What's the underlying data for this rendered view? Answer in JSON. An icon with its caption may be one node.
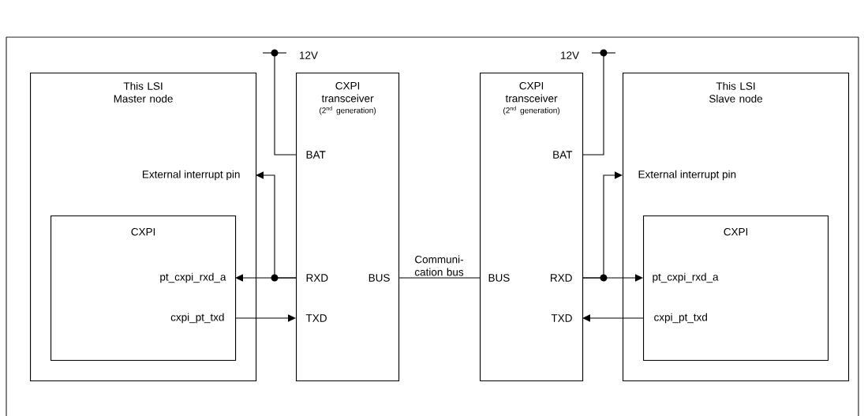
{
  "diagram": {
    "nodes": [
      {
        "text": [
          "This LSI Master node"
        ]
      },
      {
        "text": [
          "External interrupt pin"
        ],
        "in": 0
      },
      {
        "text": [
          "CXPI"
        ],
        "in": 0
      },
      {
        "text": [
          "pt_cxpi_rxd_a"
        ],
        "in": 2
      },
      {
        "text": [
          "cxpi_pt_txd"
        ],
        "in": 2
      },
      {
        "text": [],
        "shape": "circle",
        "beside": [
          "12V"
        ]
      },
      {
        "text": [
          "CXPI transceiver",
          "(2$^{nd}$ generation)"
        ]
      },
      {
        "text": [
          "BAT"
        ],
        "in": 6
      },
      {
        "text": [
          "RXD"
        ],
        "in": 6
      },
      {
        "text": [
          "TXD"
        ],
        "in": 6
      },
      {
        "text": [
          "BUS"
        ],
        "in": 6
      },
      {
        "text": [
          "CXPI transceiver",
          "(2$^{nd}$ generation)"
        ]
      },
      {
        "text": [
          "BUS"
        ],
        "in": 11
      },
      {
        "text": [
          "BAT"
        ],
        "in": 11
      },
      {
        "text": [
          "RXD"
        ],
        "in": 11
      },
      {
        "text": [
          "TXD"
        ],
        "in": 11
      },
      {
        "text": [],
        "shape": "circle",
        "beside": [
          "12V"
        ]
      },
      {
        "text": [
          "This LSI Slave node"
        ]
      },
      {
        "text": [
          "External interrupt pin"
        ],
        "in": 17
      },
      {
        "text": [
          "CXPI"
        ],
        "in": 17
      },
      {
        "text": [
          "pt_cxpi_rxd_a"
        ],
        "in": 19
      },
      {
        "text": [
          "cxpi_pt_txd"
        ],
        "in": 19
      }
    ],
    "edges": [
      {
        "from": 5,
        "to": 7,
        "arrow": "none"
      },
      {
        "from": 8,
        "to": 1,
        "arrow": "to"
      },
      {
        "from": 8,
        "to": 3,
        "arrow": "to"
      },
      {
        "from": 4,
        "to": 9,
        "arrow": "to"
      },
      {
        "from": 10,
        "to": 12,
        "arrow": "none",
        "label": "Communi- cation bus"
      },
      {
        "from": 16,
        "to": 13,
        "arrow": "none"
      },
      {
        "from": 14,
        "to": 18,
        "arrow": "to"
      },
      {
        "from": 14,
        "to": 20,
        "arrow": "to"
      },
      {
        "from": 21,
        "to": 15,
        "arrow": "to"
      }
    ]
  }
}
